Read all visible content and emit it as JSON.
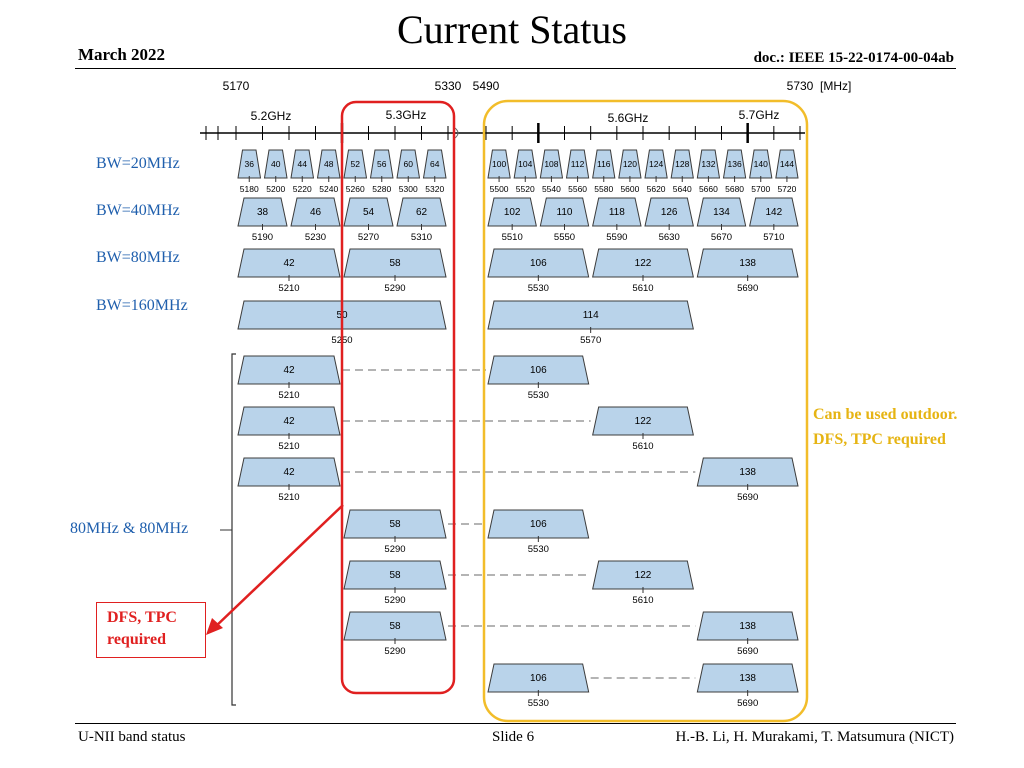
{
  "header": {
    "title": "Current Status",
    "date": "March 2022",
    "doc_id": "doc.: IEEE 15-22-0174-00-04ab"
  },
  "footer": {
    "left": "U-NII band status",
    "center": "Slide 6",
    "right": "H.-B. Li, H. Murakami, T. Matsumura (NICT)"
  },
  "axis": {
    "freq_5170": "5170",
    "freq_5330": "5330",
    "freq_5490": "5490",
    "freq_5730": "5730",
    "unit": "[MHz]",
    "band_52": "5.2GHz",
    "band_53": "5.3GHz",
    "band_56": "5.6GHz",
    "band_57": "5.7GHz"
  },
  "labels": {
    "bw20": "BW=20MHz",
    "bw40": "BW=40MHz",
    "bw80": "BW=80MHz",
    "bw160": "BW=160MHz",
    "bw80_80": "80MHz & 80MHz"
  },
  "annotations": {
    "outdoor_line1": "Can be used outdoor.",
    "outdoor_line2": "DFS, TPC required",
    "dfs_line1": "DFS, TPC",
    "dfs_line2": "required"
  },
  "colors": {
    "channel_fill": "#b9d3ea",
    "channel_stroke": "#3c3c3c",
    "red_box": "#e02020",
    "yellow_box": "#f2bd2a",
    "label_blue": "#1f5fad"
  },
  "channels": {
    "bw20": {
      "numbers": [
        "36",
        "40",
        "44",
        "48",
        "52",
        "56",
        "60",
        "64",
        "100",
        "104",
        "108",
        "112",
        "116",
        "120",
        "124",
        "128",
        "132",
        "136",
        "140",
        "144"
      ],
      "freqs": [
        "5180",
        "5200",
        "5220",
        "5240",
        "5260",
        "5280",
        "5300",
        "5320",
        "5500",
        "5520",
        "5540",
        "5560",
        "5580",
        "5600",
        "5620",
        "5640",
        "5660",
        "5680",
        "5700",
        "5720"
      ]
    },
    "bw40": {
      "numbers": [
        "38",
        "46",
        "54",
        "62",
        "102",
        "110",
        "118",
        "126",
        "134",
        "142"
      ],
      "freqs": [
        "5190",
        "5230",
        "5270",
        "5310",
        "5510",
        "5550",
        "5590",
        "5630",
        "5670",
        "5710"
      ]
    },
    "bw80": {
      "numbers": [
        "42",
        "58",
        "106",
        "122",
        "138"
      ],
      "freqs": [
        "5210",
        "5290",
        "5530",
        "5610",
        "5690"
      ]
    },
    "bw160": {
      "numbers": [
        "50",
        "114"
      ],
      "freqs": [
        "5250",
        "5570"
      ]
    },
    "pairs": [
      {
        "a": "42",
        "a_freq": "5210",
        "b": "106",
        "b_freq": "5530"
      },
      {
        "a": "42",
        "a_freq": "5210",
        "b": "122",
        "b_freq": "5610"
      },
      {
        "a": "42",
        "a_freq": "5210",
        "b": "138",
        "b_freq": "5690"
      },
      {
        "a": "58",
        "a_freq": "5290",
        "b": "106",
        "b_freq": "5530"
      },
      {
        "a": "58",
        "a_freq": "5290",
        "b": "122",
        "b_freq": "5610"
      },
      {
        "a": "58",
        "a_freq": "5290",
        "b": "138",
        "b_freq": "5690"
      },
      {
        "a": "106",
        "a_freq": "5530",
        "b": "138",
        "b_freq": "5690"
      }
    ]
  }
}
